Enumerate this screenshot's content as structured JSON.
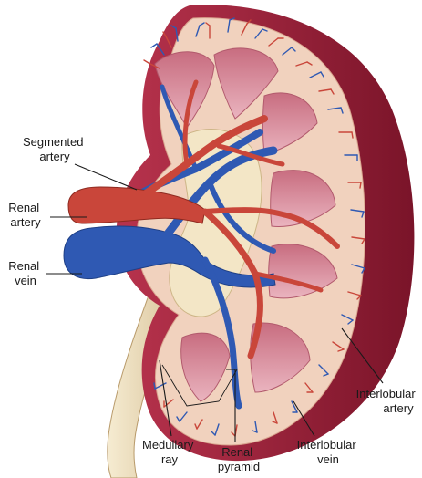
{
  "labels": {
    "segmented_artery": [
      "Segmented",
      "artery"
    ],
    "renal_artery": [
      "Renal",
      "artery"
    ],
    "renal_vein": [
      "Renal",
      "vein"
    ],
    "medullary_ray": [
      "Medullary",
      "ray"
    ],
    "renal_pyramid": [
      "Renal",
      "pyramid"
    ],
    "interlobular_vein": [
      "Interlobular",
      "vein"
    ],
    "interlobular_artery": [
      "Interlobular",
      "artery"
    ]
  },
  "colors": {
    "capsule": "#8e1b33",
    "cortex": "#f1d2be",
    "pyramid": "#d98b9b",
    "pelvis": "#f3e6c6",
    "ureter": "#eddcb4",
    "artery": "#c9463a",
    "vein": "#2f59b3"
  }
}
